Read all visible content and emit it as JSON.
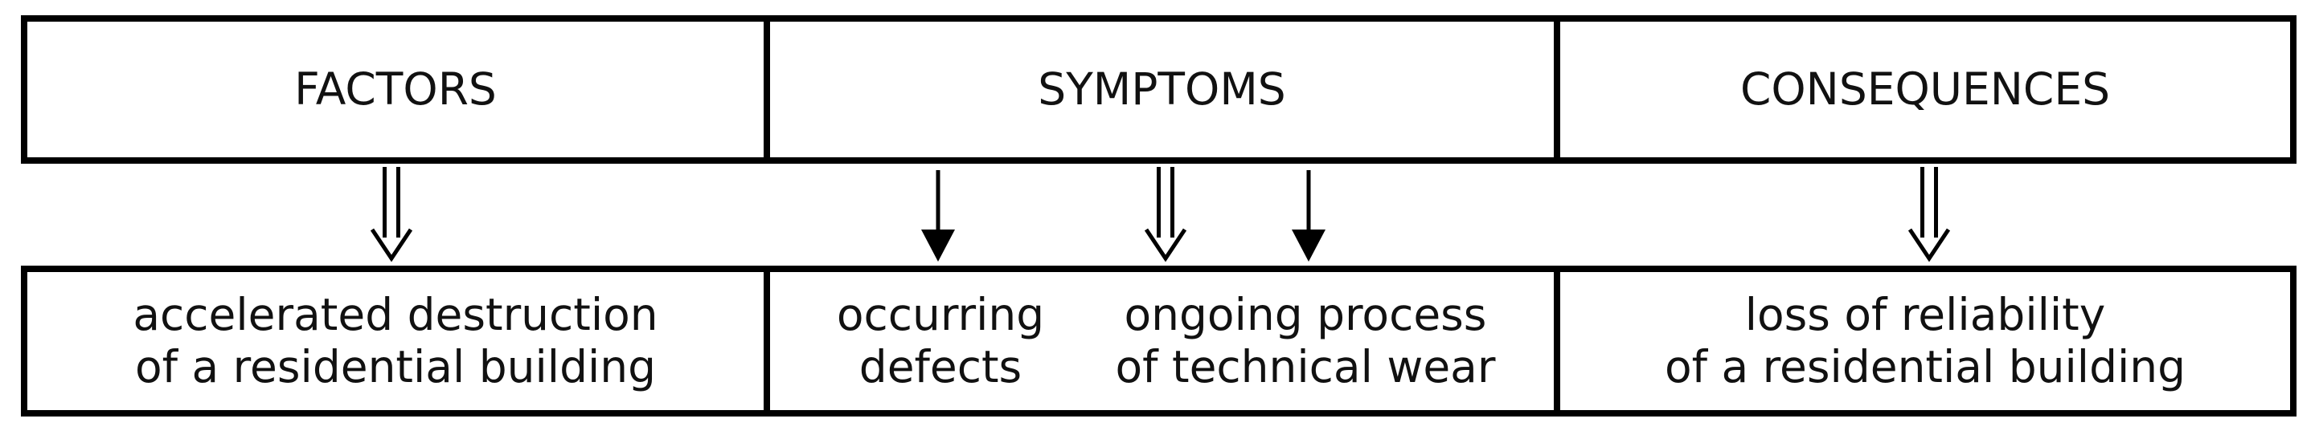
{
  "diagram": {
    "title": "factors-symptoms-consequences flow of residential building technical wear",
    "columns": [
      {
        "header": "FACTORS",
        "arrow": "double-line-down-arrow",
        "result": {
          "line1": "accelerated destruction",
          "line2": "of a residential building"
        }
      },
      {
        "header": "SYMPTOMS",
        "arrows": [
          "solid-down-arrow",
          "double-line-down-arrow",
          "solid-down-arrow"
        ],
        "results": {
          "left": {
            "line1": "occurring",
            "line2": "defects"
          },
          "right": {
            "line1": "ongoing process",
            "line2": "of technical wear"
          }
        }
      },
      {
        "header": "CONSEQUENCES",
        "arrow": "double-line-down-arrow",
        "result": {
          "line1": "loss of reliability",
          "line2": "of a residential building"
        }
      }
    ],
    "colors": {
      "line": "#000000",
      "text": "#111111",
      "bg": "#ffffff"
    }
  }
}
